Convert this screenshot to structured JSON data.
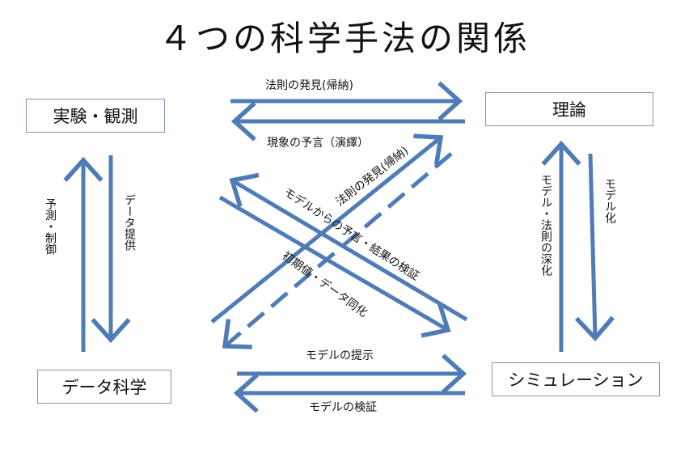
{
  "title": "４つの科学手法の関係",
  "nodes": {
    "experiment": "実験・観測",
    "theory": "理論",
    "data_science": "データ科学",
    "simulation": "シミュレーション"
  },
  "edges": {
    "law_discovery_top": "法則の発見(帰納)",
    "phenomenon_prediction": "現象の予言（演繹）",
    "law_discovery_diag": "法則の発見(帰納)",
    "model_prediction_verification": "モデルからの予言・結果の検証",
    "initial_value_assimilation": "初期値・データ同化",
    "prediction_control": "予測・制御",
    "data_provision": "データ提供",
    "model_presentation": "モデルの提示",
    "model_verification": "モデルの検証",
    "model_law_deepening": "モデル・法則の深化",
    "modeling": "モデル化"
  },
  "colors": {
    "arrow": "#4f7cb6",
    "box_border": "#7f95b5"
  }
}
